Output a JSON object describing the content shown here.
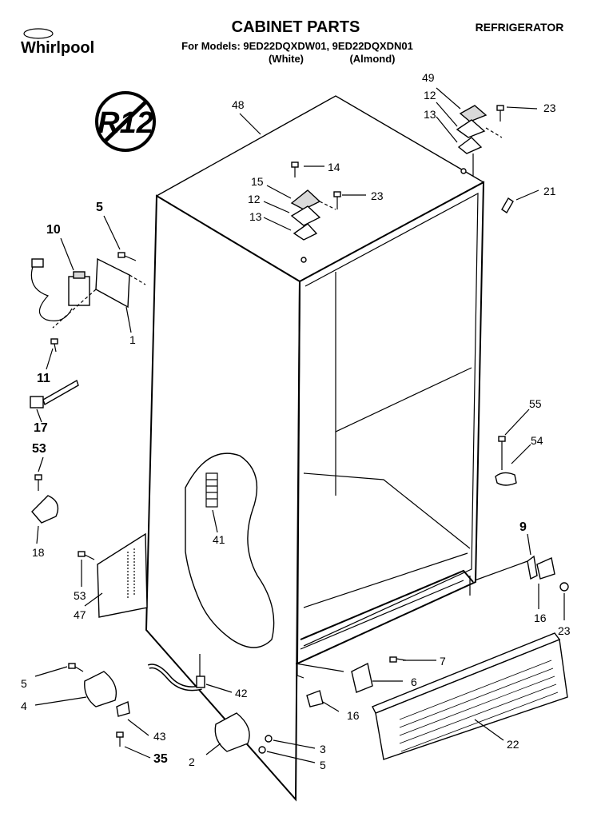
{
  "header": {
    "brand": "Whirlpool",
    "title": "CABINET PARTS",
    "category": "REFRIGERATOR",
    "models_line": "For Models: 9ED22DQXDW01, 9ED22DQXDN01",
    "color_white": "(White)",
    "color_almond": "(Almond)"
  },
  "badge": {
    "text": "R12"
  },
  "callouts": {
    "c48": "48",
    "c49": "49",
    "c12a": "12",
    "c13a": "13",
    "c23a": "23",
    "c14": "14",
    "c15": "15",
    "c12b": "12",
    "c23b": "23",
    "c13b": "13",
    "c21": "21",
    "c5a": "5",
    "c10": "10",
    "c1": "1",
    "c11": "11",
    "c17": "17",
    "c53a": "53",
    "c18": "18",
    "c41": "41",
    "c55": "55",
    "c54": "54",
    "c9": "9",
    "c16a": "16",
    "c23c": "23",
    "c53b": "53",
    "c47": "47",
    "c7": "7",
    "c6": "6",
    "c16b": "16",
    "c22": "22",
    "c5b": "5",
    "c4": "4",
    "c42": "42",
    "c43": "43",
    "c35": "35",
    "c2": "2",
    "c3": "3",
    "c5c": "5"
  }
}
